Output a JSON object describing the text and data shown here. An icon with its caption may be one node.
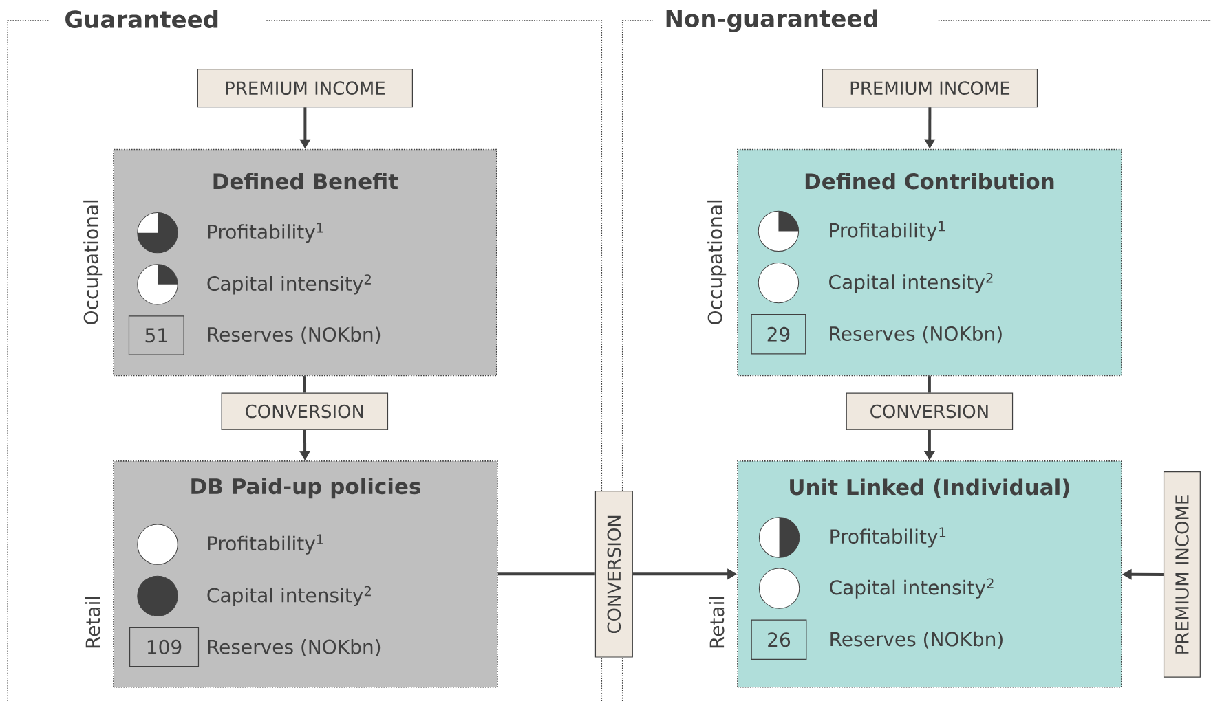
{
  "diagram": {
    "nodes": [
      {
        "text": [
          "Guaranteed"
        ]
      },
      {
        "text": [
          "PREMIUM INCOME"
        ],
        "in": 0
      },
      {
        "text": [
          "Defined Benefit",
          "Profitability$^{1}$",
          "Capital intensity$^{2}$",
          "Reserves (NOKbn)"
        ],
        "beside": [
          "Occupational"
        ],
        "in": 0
      },
      {
        "text": [
          "51"
        ],
        "in": 2
      },
      {
        "text": [
          "CONVERSION"
        ],
        "in": 0
      },
      {
        "text": [
          "DB Paid-up policies",
          "Profitability$^{1}$",
          "Capital intensity$^{2}$",
          "Reserves (NOKbn)"
        ],
        "beside": [
          "Retail"
        ],
        "in": 0
      },
      {
        "text": [
          "109"
        ],
        "in": 5
      },
      {
        "text": [
          "Non-guaranteed"
        ]
      },
      {
        "text": [
          "PREMIUM INCOME"
        ],
        "in": 7
      },
      {
        "text": [
          "Defined Contribution",
          "Profitability$^{1}$",
          "Capital intensity$^{2}$",
          "Reserves (NOKbn)"
        ],
        "beside": [
          "Occupational"
        ],
        "in": 7
      },
      {
        "text": [
          "29"
        ],
        "in": 9
      },
      {
        "text": [
          "CONVERSION"
        ],
        "in": 7
      },
      {
        "text": [
          "Unit Linked (Individual)",
          "Profitability$^{1}$",
          "Capital intensity$^{2}$",
          "Reserves (NOKbn)"
        ],
        "beside": [
          "Retail"
        ],
        "in": 7
      },
      {
        "text": [
          "26"
        ],
        "in": 12
      },
      {
        "text": [
          "CONVERSION"
        ]
      },
      {
        "text": [
          "PREMIUM INCOME"
        ],
        "in": 7
      }
    ],
    "edges": [
      {
        "from": 1,
        "to": 2,
        "arrow": "to"
      },
      {
        "from": 2,
        "to": 4,
        "arrow": "none"
      },
      {
        "from": 4,
        "to": 5,
        "arrow": "to"
      },
      {
        "from": 8,
        "to": 9,
        "arrow": "to"
      },
      {
        "from": 9,
        "to": 11,
        "arrow": "none"
      },
      {
        "from": 11,
        "to": 12,
        "arrow": "to"
      },
      {
        "from": 5,
        "to": 14,
        "arrow": "none"
      },
      {
        "from": 14,
        "to": 12,
        "arrow": "to"
      },
      {
        "from": 15,
        "to": 12,
        "arrow": "to"
      }
    ]
  }
}
